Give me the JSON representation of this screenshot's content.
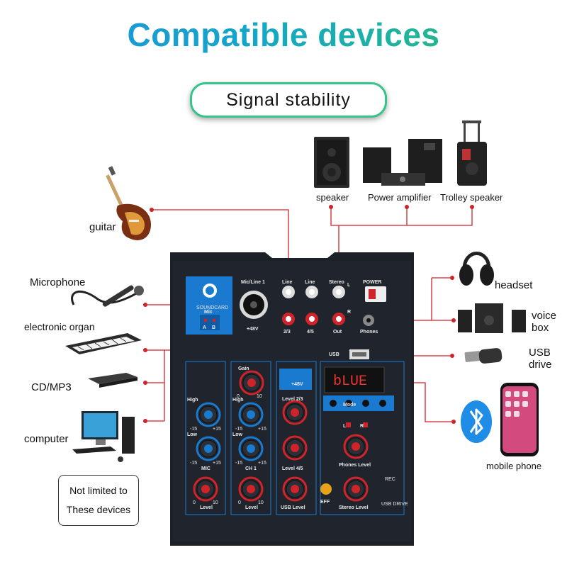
{
  "title": "Compatible devices",
  "subtitle": "Signal stability",
  "devices": {
    "guitar": "guitar",
    "microphone": "Microphone",
    "electronic_organ": "electronic organ",
    "cd_mp3": "CD/MP3",
    "computer": "computer",
    "speaker": "speaker",
    "power_amplifier": "Power amplifier",
    "trolley_speaker": "Trolley speaker",
    "headset": "headset",
    "voice_box": "voice box",
    "usb_drive": "USB drive",
    "mobile_phone": "mobile phone"
  },
  "note": {
    "line1": "Not limited to",
    "line2": "These devices"
  },
  "mixer": {
    "brand": "SOUNDCARD",
    "mic_ab": "Mic",
    "a": "A",
    "b": "B",
    "micline1": "Mic/Line 1",
    "v48": "+48V",
    "line": "Line",
    "stereo": "Stereo",
    "l": "L",
    "r": "R",
    "power": "POWER",
    "in23": "2/3",
    "in45": "4/5",
    "out": "Out",
    "phones": "Phones",
    "usb": "USB",
    "display": "bLUE",
    "mode": "Mode",
    "gain": "Gain",
    "high": "High",
    "low": "Low",
    "mic": "MIC",
    "ch1": "CH 1",
    "level": "Level",
    "level23": "Level 2/3",
    "level45": "Level 4/5",
    "usb_level": "USB Level",
    "phones_level": "Phones Level",
    "stereo_level": "Stereo Level",
    "eff": "EFF",
    "rec": "REC",
    "usb_drive_small": "USB DRIVE",
    "scale_minus": "-15",
    "scale_plus": "+15",
    "scale_zero": "0",
    "scale_ten": "10"
  },
  "colors": {
    "accent_red": "#d0232a",
    "panel": "#1c2027",
    "blue": "#1a7ad0",
    "pill_border": "#35c48a"
  }
}
